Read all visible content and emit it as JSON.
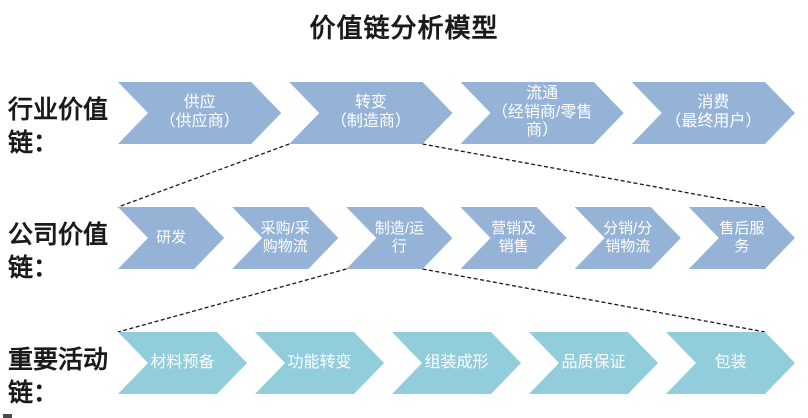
{
  "title": "价值链分析模型",
  "colors": {
    "industry_chain_fill": "#95B3D7",
    "company_chain_fill": "#95B3D7",
    "activity_chain_fill": "#92CDDC",
    "chevron_text": "#ffffff",
    "label_text": "#1a1a1a",
    "connector_line": "#1a1a1a"
  },
  "rows": [
    {
      "id": "industry-value-chain",
      "label": "行业价值\n链：",
      "fill": "#95B3D7",
      "items": [
        "供应\n（供应商）",
        "转变\n（制造商）",
        "流通\n（经销商/零售\n商）",
        "消费\n（最终用户）"
      ]
    },
    {
      "id": "company-value-chain",
      "label": "公司价值\n链：",
      "fill": "#95B3D7",
      "items": [
        "研发",
        "采购/采\n购物流",
        "制造/运\n行",
        "营销及\n销售",
        "分销/分\n销物流",
        "售后服\n务"
      ]
    },
    {
      "id": "key-activity-chain",
      "label": "重要活动\n链：",
      "fill": "#92CDDC",
      "items": [
        "材料预备",
        "功能转变",
        "组装成形",
        "品质保证",
        "包装"
      ]
    }
  ],
  "connectors": [
    {
      "from_row": 0,
      "from_item": 1,
      "to_row": 1,
      "side": "left"
    },
    {
      "from_row": 0,
      "from_item": 1,
      "to_row": 1,
      "side": "right"
    },
    {
      "from_row": 1,
      "from_item": 2,
      "to_row": 2,
      "side": "left"
    },
    {
      "from_row": 1,
      "from_item": 2,
      "to_row": 2,
      "side": "right"
    }
  ]
}
